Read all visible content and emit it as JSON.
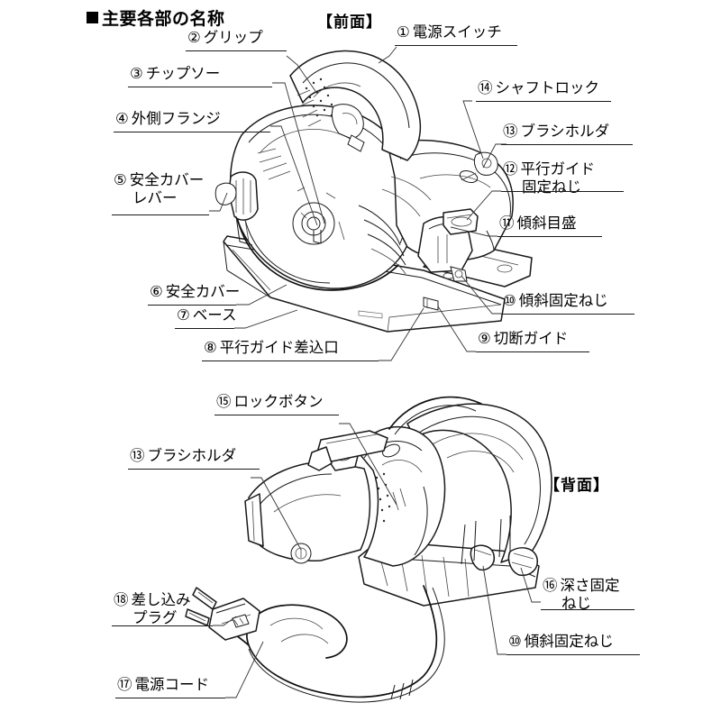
{
  "page": {
    "heading": "主要各部の名称",
    "bullet_icon": "filled-square-icon",
    "background": "#ffffff",
    "ink_color": "#1a1a1a"
  },
  "views": {
    "front": {
      "caption": "【前面】"
    },
    "rear": {
      "caption": "【背面】"
    }
  },
  "diagrams": [
    {
      "name": "circular-saw-front-view",
      "caption": "【前面】"
    },
    {
      "name": "circular-saw-rear-view",
      "caption": "【背面】"
    }
  ],
  "callouts_front": [
    {
      "id": 1,
      "marker": "①",
      "line1": "電源スイッチ",
      "line2": ""
    },
    {
      "id": 2,
      "marker": "②",
      "line1": "グリップ",
      "line2": ""
    },
    {
      "id": 3,
      "marker": "③",
      "line1": "チップソー",
      "line2": ""
    },
    {
      "id": 4,
      "marker": "④",
      "line1": "外側フランジ",
      "line2": ""
    },
    {
      "id": 5,
      "marker": "⑤",
      "line1": "安全カバー",
      "line2": "レバー"
    },
    {
      "id": 6,
      "marker": "⑥",
      "line1": "安全カバー",
      "line2": ""
    },
    {
      "id": 7,
      "marker": "⑦",
      "line1": "ベース",
      "line2": ""
    },
    {
      "id": 8,
      "marker": "⑧",
      "line1": "平行ガイド差込口",
      "line2": ""
    },
    {
      "id": 9,
      "marker": "⑨",
      "line1": "切断ガイド",
      "line2": ""
    },
    {
      "id": 10,
      "marker": "⑩",
      "line1": "傾斜固定ねじ",
      "line2": ""
    },
    {
      "id": 11,
      "marker": "⑪",
      "line1": "傾斜目盛",
      "line2": ""
    },
    {
      "id": 12,
      "marker": "⑫",
      "line1": "平行ガイド",
      "line2": "固定ねじ"
    },
    {
      "id": 13,
      "marker": "⑬",
      "line1": "ブラシホルダ",
      "line2": ""
    },
    {
      "id": 14,
      "marker": "⑭",
      "line1": "シャフトロック",
      "line2": ""
    }
  ],
  "callouts_rear": [
    {
      "id": 15,
      "marker": "⑮",
      "line1": "ロックボタン",
      "line2": ""
    },
    {
      "id": 13,
      "marker": "⑬",
      "line1": "ブラシホルダ",
      "line2": ""
    },
    {
      "id": 16,
      "marker": "⑯",
      "line1": "深さ固定",
      "line2": "ねじ"
    },
    {
      "id": 10,
      "marker": "⑩",
      "line1": "傾斜固定ねじ",
      "line2": ""
    },
    {
      "id": 18,
      "marker": "⑱",
      "line1": "差し込み",
      "line2": "プラグ"
    },
    {
      "id": 17,
      "marker": "⑰",
      "line1": "電源コード",
      "line2": ""
    }
  ]
}
